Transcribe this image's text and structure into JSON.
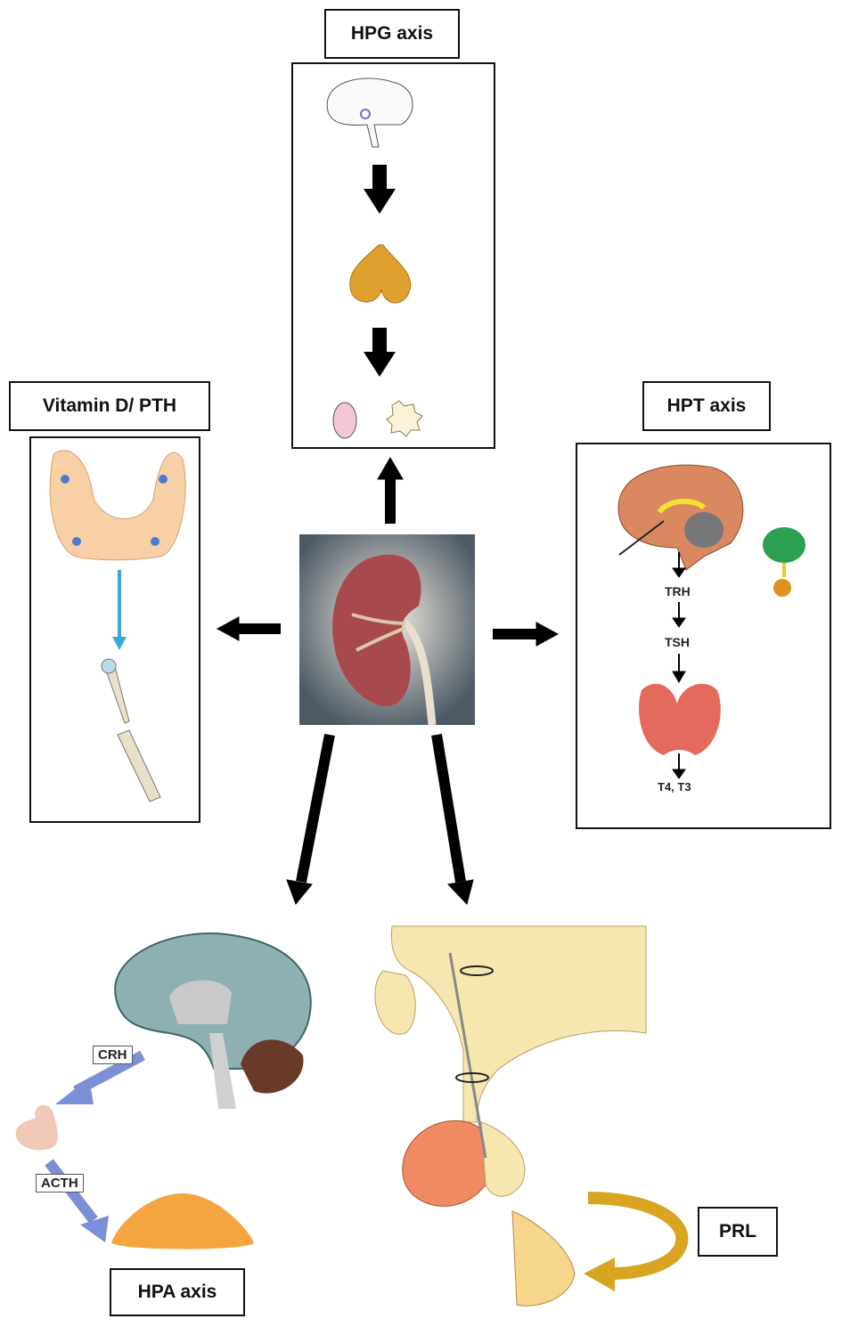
{
  "center": {
    "image": "kidney-illustration"
  },
  "hpg": {
    "title": "HPG axis"
  },
  "vitd": {
    "title": "Vitamin D/ PTH"
  },
  "hpt": {
    "title": "HPT axis",
    "steps": [
      "TRH",
      "TSH",
      "T4, T3"
    ]
  },
  "hpa": {
    "title": "HPA axis",
    "hormones": [
      "CRH",
      "ACTH"
    ]
  },
  "prl": {
    "title": "PRL"
  },
  "colors": {
    "arrow": "#000000",
    "blue_arrow": "#7b8fd6",
    "cyan_arrow": "#3aa8d8",
    "gold_arrow": "#d9a520"
  }
}
